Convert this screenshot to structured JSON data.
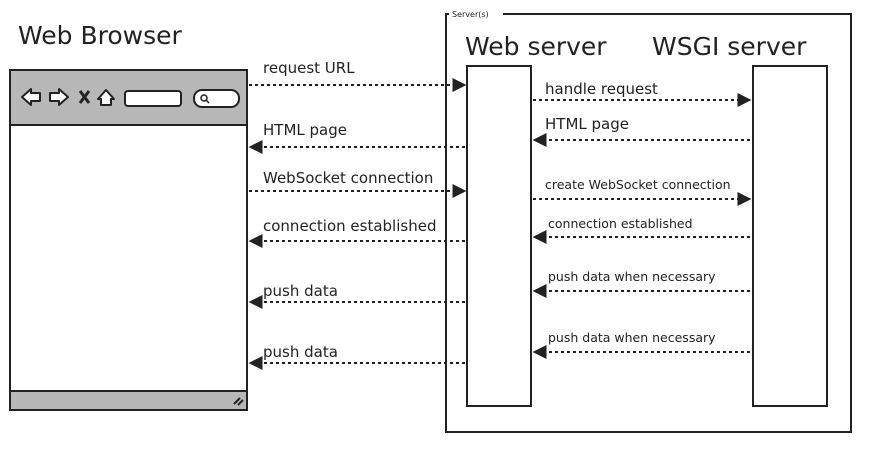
{
  "browser": {
    "title": "Web Browser",
    "toolbar_icons": [
      "back-arrow-icon",
      "forward-arrow-icon",
      "close-x-icon",
      "home-icon",
      "search-icon"
    ]
  },
  "server_group": {
    "label": "Server(s)",
    "web_server": "Web server",
    "wsgi_server": "WSGI server"
  },
  "colors": {
    "wsgi_fill": "#118811",
    "stroke": "#222222"
  },
  "messages_browser_web": [
    {
      "label": "request URL",
      "direction": "to-web"
    },
    {
      "label": "HTML page",
      "direction": "to-browser"
    },
    {
      "label": "WebSocket connection",
      "direction": "to-web"
    },
    {
      "label": "connection established",
      "direction": "to-browser"
    },
    {
      "label": "push data",
      "direction": "to-browser"
    },
    {
      "label": "push data",
      "direction": "to-browser"
    }
  ],
  "messages_web_wsgi": [
    {
      "label": "handle request",
      "direction": "to-wsgi"
    },
    {
      "label": "HTML page",
      "direction": "to-web"
    },
    {
      "label": "create WebSocket connection",
      "direction": "to-wsgi"
    },
    {
      "label": "connection established",
      "direction": "to-web"
    },
    {
      "label": "push data when necessary",
      "direction": "to-web"
    },
    {
      "label": "push data when necessary",
      "direction": "to-web"
    }
  ]
}
